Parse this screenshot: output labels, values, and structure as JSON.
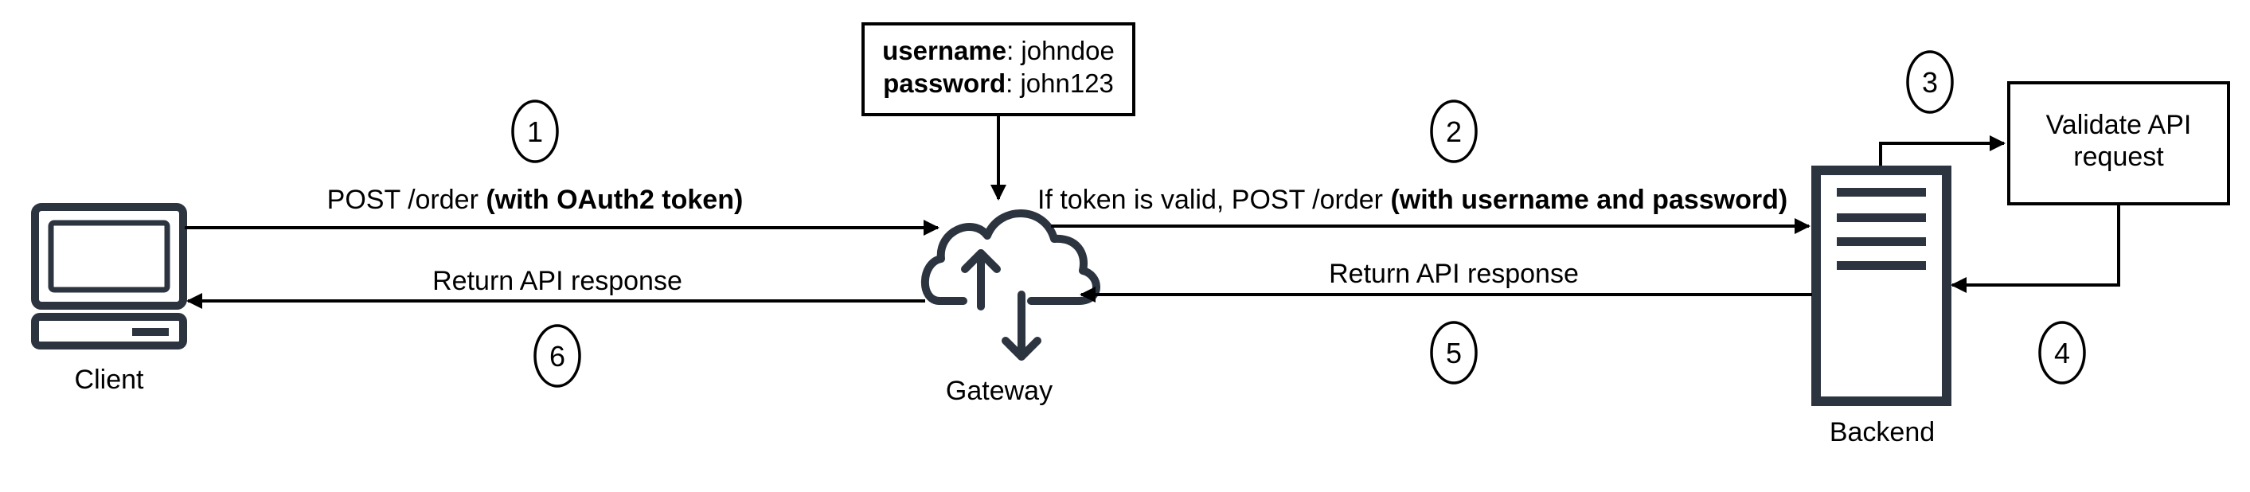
{
  "nodes": {
    "client": "Client",
    "gateway": "Gateway",
    "backend": "Backend",
    "validate_line1": "Validate API",
    "validate_line2": "request"
  },
  "credentials": {
    "username_key": "username",
    "username_value": ": johndoe",
    "password_key": "password",
    "password_value": ": john123"
  },
  "arrows": {
    "a1_plain": "POST /order ",
    "a1_bold": "(with OAuth2 token)",
    "a2_plain": "If token is valid, POST /order ",
    "a2_bold": "(with username and password)",
    "a5": "Return API response",
    "a6": "Return API response"
  },
  "steps": [
    "1",
    "2",
    "3",
    "4",
    "5",
    "6"
  ],
  "colors": {
    "icon_stroke": "#2c3440",
    "line": "#000000",
    "background": "#ffffff"
  },
  "icons": {
    "client": "desktop-computer-icon",
    "gateway": "cloud-upload-download-icon",
    "backend": "server-icon"
  }
}
